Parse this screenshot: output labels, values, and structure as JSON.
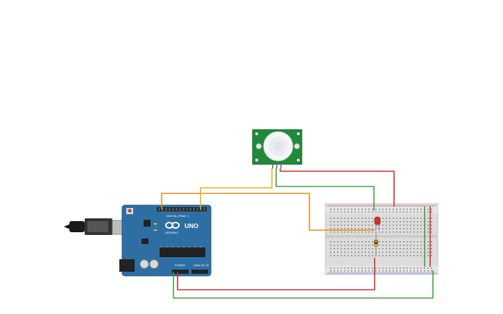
{
  "canvas": {
    "background": "#ffffff"
  },
  "arduino": {
    "label_uno": "UNO",
    "label_brand": "ARDUINO",
    "label_digital": "DIGITAL (PWM ~)",
    "label_power": "POWER",
    "label_analog": "ANALOG IN",
    "board_color": "#2d6fa3"
  },
  "pir_sensor": {
    "board_color": "#1f8a3a",
    "dome_color": "#e9eef2"
  },
  "breadboard": {
    "body_color": "#dcdcdc"
  },
  "wires": {
    "colors": {
      "red": "#d42828",
      "green": "#3aa13c",
      "orange": "#e98a12",
      "yellow": "#e0b417"
    }
  },
  "components": {
    "led": {
      "color": "#c0392b"
    },
    "resistor": {
      "color": "#c79a5a"
    }
  },
  "icons": [
    "usb-cable-icon",
    "pir-sensor-icon",
    "arduino-board-icon",
    "breadboard-icon",
    "led-icon",
    "resistor-icon"
  ]
}
